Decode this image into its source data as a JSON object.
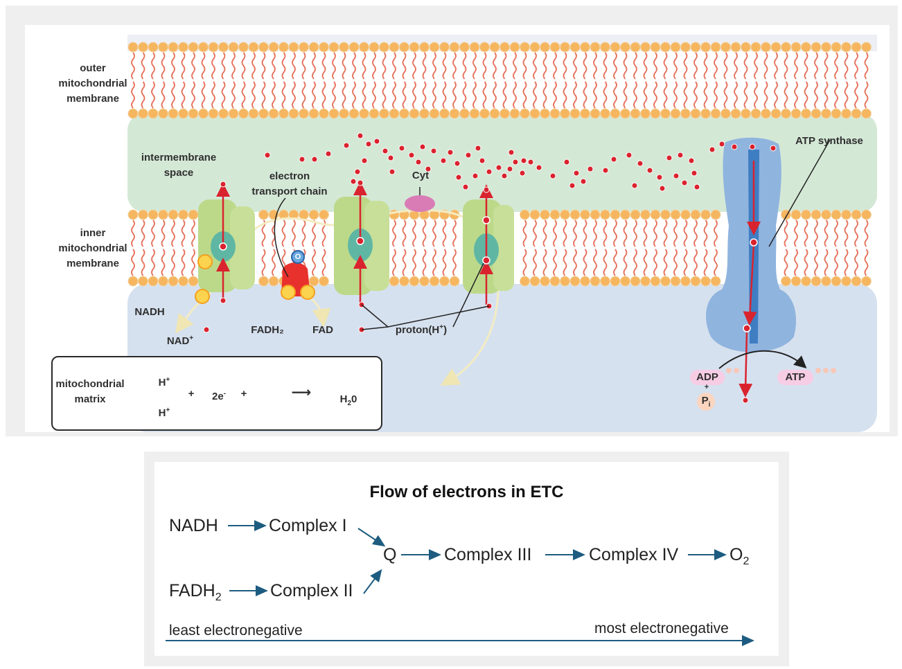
{
  "labels": {
    "outer_membrane": [
      "outer",
      "mitochondrial",
      "membrane"
    ],
    "intermembrane_space": [
      "intermembrane",
      "space"
    ],
    "inner_membrane": [
      "inner",
      "mitochondrial",
      "membrane"
    ],
    "etc": [
      "electron",
      "transport chain"
    ],
    "cyt": "Cyt",
    "atp_synthase": "ATP synthase",
    "nadh": "NADH",
    "nad_plus": "NAD",
    "fadh2": "FADH₂",
    "fad": "FAD",
    "proton": "proton(H",
    "adp": "ADP",
    "plus_small": "+",
    "pi": "P",
    "pi_sub": "i",
    "atp": "ATP",
    "o_symbol": "O",
    "h_symbol": "H",
    "sup_plus": "+"
  },
  "equation": {
    "label": [
      "mitochondrial",
      "matrix"
    ],
    "h_plus": "H",
    "plus": "+",
    "two_e": "2e",
    "e_sup": "-",
    "arrow": "⟶",
    "water": "H",
    "water_sub": "2",
    "water_o": "0"
  },
  "flow": {
    "title": "Flow of electrons in ETC",
    "nadh": "NADH",
    "complex_i": "Complex I",
    "fadh2": "FADH",
    "fadh2_sub": "2",
    "complex_ii": "Complex II",
    "q": "Q",
    "complex_iii": "Complex III",
    "complex_iv": "Complex IV",
    "o2": "O",
    "o2_sub": "2",
    "least": "least electronegative",
    "most": "most electronegative"
  },
  "colors": {
    "outer_bg": "#eeeff5",
    "intermembrane_bg": "#d4e8d6",
    "matrix_bg": "#d6e1ef",
    "lipid_head": "#f6b660",
    "lipid_tail": "#e5705a",
    "complex_green": "#bcd98a",
    "complex_core": "#5fb7a3",
    "atp_synthase": "#8fb4de",
    "proton_red": "#d9232e",
    "cyt_pink": "#d97cb5",
    "flow_arrow": "#1d5c80"
  }
}
